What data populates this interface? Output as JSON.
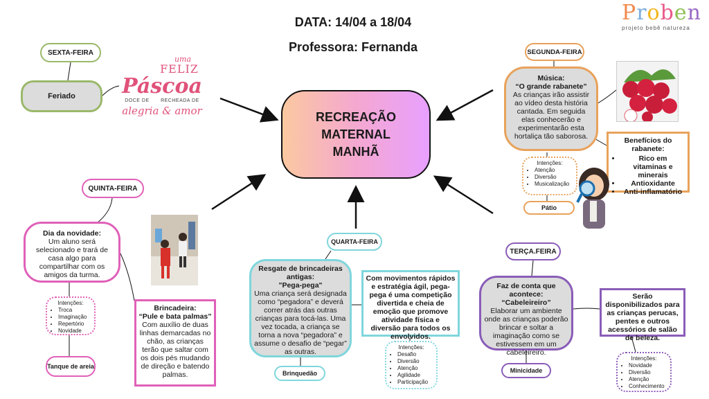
{
  "header": {
    "date": "DATA: 14/04 a 18/04",
    "teacher": "Professora: Fernanda"
  },
  "logo": {
    "letters": [
      "P",
      "r",
      "o",
      "b",
      "e",
      "n"
    ],
    "tagline": "projeto bebê natureza"
  },
  "center": {
    "lines": [
      "RECREAÇÃO",
      "MATERNAL",
      "MANHÃ"
    ]
  },
  "sexta": {
    "day": "SEXTA-FEIRA",
    "label": "Feriado",
    "easter": {
      "uma": "uma",
      "feliz": "FELIZ",
      "pascoa": "Páscoa",
      "doce": "DOCE DE",
      "recheada": "RECHEADA DE",
      "alegria": "alegria & amor"
    }
  },
  "segunda": {
    "day": "SEGUNDA-FEIRA",
    "title1": "Música:",
    "title2": "“O grande rabanete”",
    "body": "As crianças irão assistir ao vídeo desta história cantada. Em seguida elas conhecerão e experimentarão esta hortaliça  tão saborosa.",
    "benefits_title": "Benefícios do rabanete:",
    "benefits": [
      "Rico em vitaminas e minerais",
      "Antioxidante",
      "Anti-inflamatório"
    ],
    "intentions_title": "Intenções:",
    "intentions": [
      "Atenção",
      "Diversão",
      "Musicalização"
    ],
    "place": "Pátio"
  },
  "quinta": {
    "day": "QUINTA-FEIRA",
    "title": "Dia da novidade:",
    "body": "Um aluno será selecionado e trará de casa algo para compartilhar com os amigos da turma.",
    "game_title1": "Brincadeira:",
    "game_title2": "“Pule e bata palmas”",
    "game_body": "Com auxílio de duas linhas demarcadas no chão, as crianças terão que saltar com os dois pés mudando de direção e batendo palmas.",
    "intentions_title": "Intenções:",
    "intentions": [
      "Troca",
      "Imaginação",
      "Repertório",
      "Novidade"
    ],
    "place": "Tanque de areia"
  },
  "quarta": {
    "day": "QUARTA-FEIRA",
    "title1": "Resgate de brincadeiras antigas:",
    "title2": "\"Pega-pega\"",
    "body": "Uma criança será designada como “pegadora” e deverá correr atrás das outras crianças para tocá-las. Uma vez tocada, a criança se torna a nova “pegadora” e assume o desafio de “pegar” as outras.",
    "note": "Com movimentos rápidos e estratégia ágil, pega-pega é uma competição divertida e cheia de emoção que promove atividade física e diversão para todos os envolvidos.",
    "intentions_title": "Intenções:",
    "intentions": [
      "Desafio",
      "Diversão",
      "Atenção",
      "Agilidade",
      "Participação"
    ],
    "place": "Brinquedão"
  },
  "terca": {
    "day": "TERÇA.FEIRA",
    "title1": "Faz de conta que acontece:",
    "title2": "“Cabeleireiro”",
    "body": "Elaborar um ambiente onde as crianças poderão brincar e soltar a imaginação como se estivessem em um cabeleireiro.",
    "note": "Serão disponibilizados para as crianças perucas, pentes e outros acessórios de salão de beleza.",
    "intentions_title": "Intenções:",
    "intentions": [
      "Novidade",
      "Diversão",
      "Atenção",
      "Conhecimento"
    ],
    "place": "Minicidade"
  },
  "colors": {
    "green": "#9ab86a",
    "orange": "#e8a25a",
    "pink": "#e060b8",
    "cyan": "#7fd6dc",
    "purple": "#8a5cb8",
    "center_gradient": [
      "#fbc8a0",
      "#f4a8d0",
      "#e8a0ff"
    ]
  }
}
